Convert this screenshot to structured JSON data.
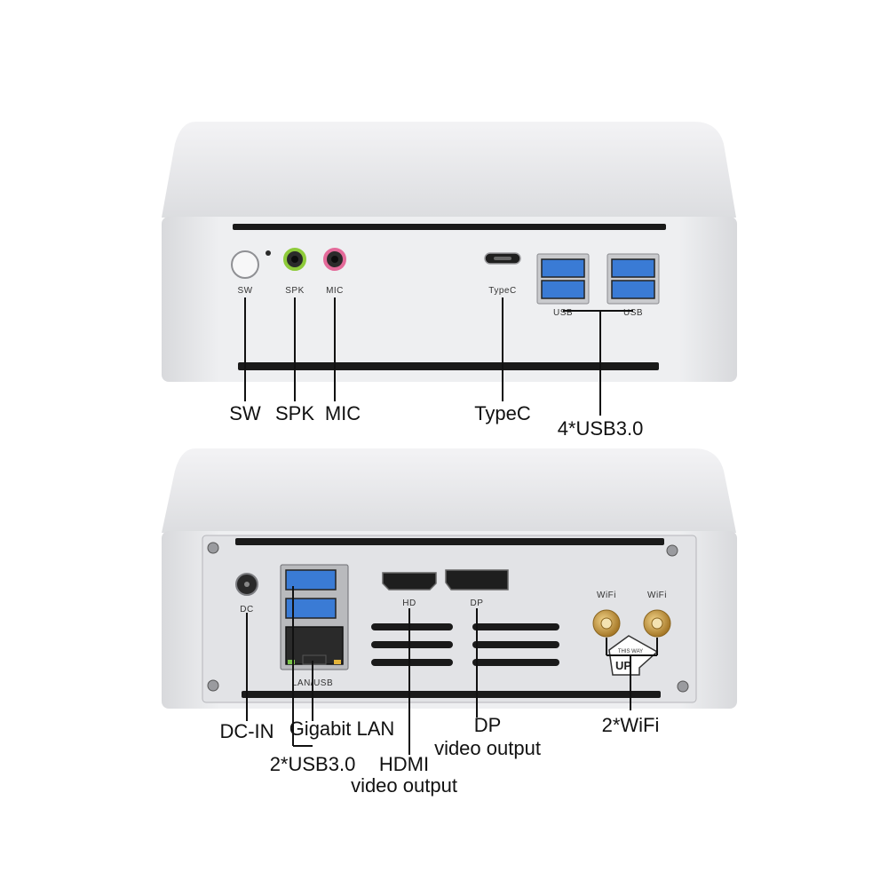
{
  "front_panel": {
    "port_labels": {
      "sw": "SW",
      "spk": "SPK",
      "mic": "MIC",
      "typec": "TypeC",
      "usb_left": "USB",
      "usb_right": "USB"
    },
    "callouts": {
      "sw": "SW",
      "spk": "SPK",
      "mic": "MIC",
      "typec": "TypeC",
      "usb": "4*USB3.0"
    }
  },
  "rear_panel": {
    "port_labels": {
      "dc": "DC",
      "lan_usb": "LAN/USB",
      "hd": "HD",
      "dp": "DP",
      "wifi_left": "WiFi",
      "wifi_right": "WiFi",
      "up_sticker_top": "THIS WAY",
      "up_sticker_main": "UP"
    },
    "callouts": {
      "dcin": "DC-IN",
      "lan": "Gigabit LAN",
      "usb": "2*USB3.0",
      "hdmi_line1": "HDMI",
      "hdmi_line2": "video output",
      "dp_line1": "DP",
      "dp_line2": "video output",
      "wifi": "2*WiFi"
    }
  },
  "colors": {
    "chassis": "#e9eaec",
    "chassis_top": "#f4f4f6",
    "usb_blue": "#3a7bd5",
    "spk_green": "#8ecb3a",
    "mic_pink": "#e46a9a",
    "antenna_gold": "#c89a3c"
  }
}
